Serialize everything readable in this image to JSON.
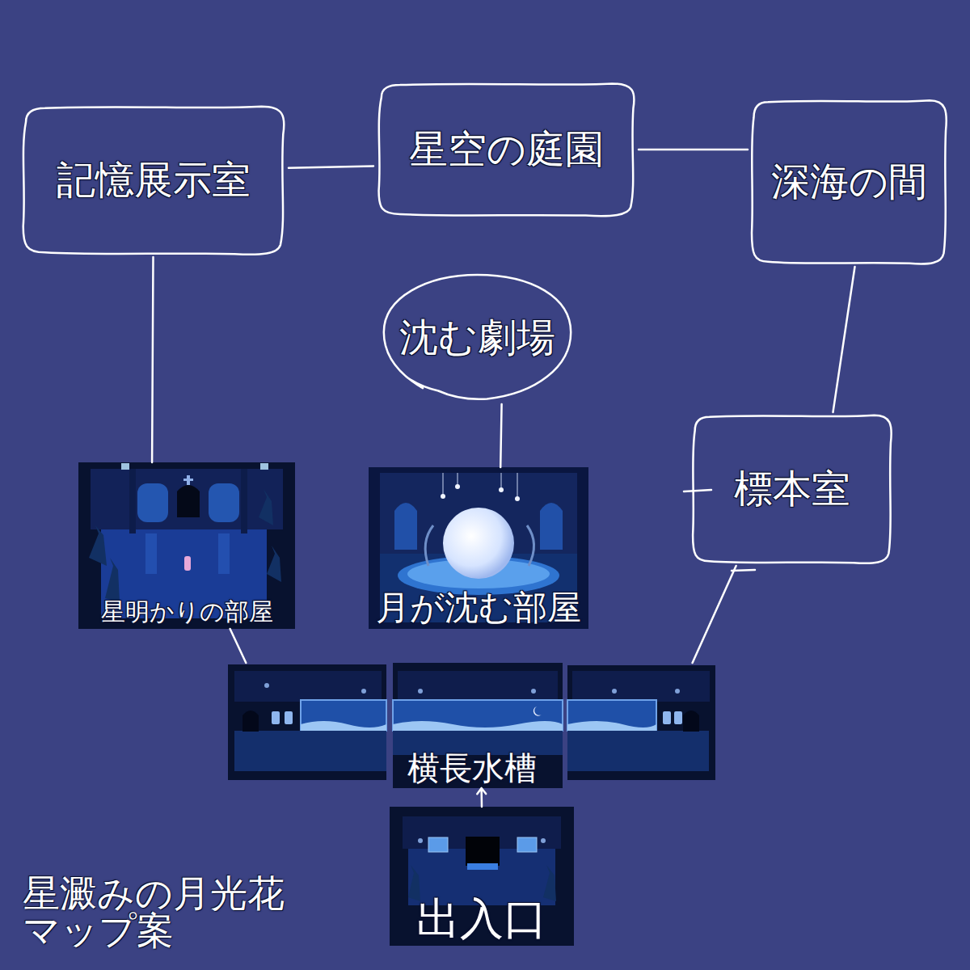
{
  "diagram": {
    "title": "星澱みの月光花 マップ案",
    "nodes": [
      {
        "text": [
          "記憶展示室"
        ]
      },
      {
        "text": [
          "星空の庭園"
        ]
      },
      {
        "text": [
          "深海の間"
        ]
      },
      {
        "text": [
          "沈む劇場"
        ]
      },
      {
        "text": [
          "標本室"
        ]
      },
      {
        "text": [
          "星明かりの部屋"
        ]
      },
      {
        "text": [
          "月が沈む部屋"
        ]
      },
      {
        "text": [
          "横長水槽"
        ]
      },
      {
        "text": [
          "出入口"
        ]
      }
    ],
    "edges": [
      {
        "from": 0,
        "to": 1,
        "arrow": "none"
      },
      {
        "from": 1,
        "to": 2,
        "arrow": "none"
      },
      {
        "from": 0,
        "to": 5,
        "arrow": "none"
      },
      {
        "from": 3,
        "to": 6,
        "arrow": "none"
      },
      {
        "from": 2,
        "to": 4,
        "arrow": "none"
      },
      {
        "from": 5,
        "to": 7,
        "arrow": "none"
      },
      {
        "from": 4,
        "to": 7,
        "arrow": "none"
      },
      {
        "from": 8,
        "to": 7,
        "arrow": "to"
      }
    ]
  }
}
